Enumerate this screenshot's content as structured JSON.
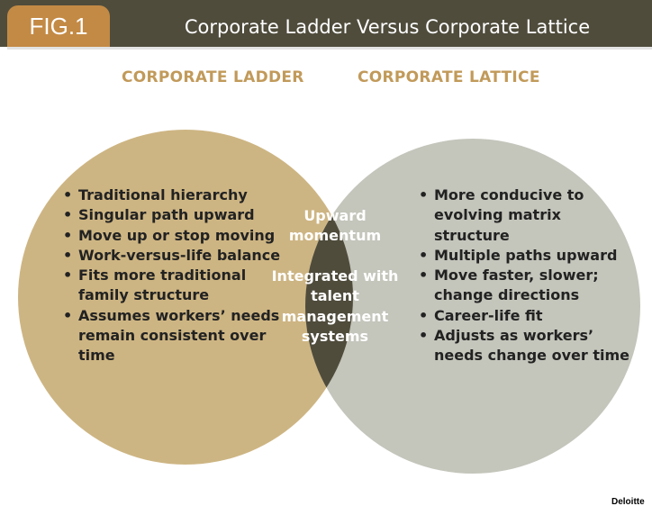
{
  "header": {
    "fig_label": "FIG.1",
    "title": "Corporate Ladder Versus Corporate Lattice"
  },
  "colors": {
    "header_bg": "#4f4c3c",
    "fig_badge": "#c38a45",
    "ladder_circle": "#cdb583",
    "lattice_circle": "#c4c5bb",
    "intersection": "#4f4c3c",
    "heading_text": "#c19a5a"
  },
  "venn": {
    "left": {
      "heading": "CORPORATE LADDER",
      "items": [
        "Traditional hierarchy",
        "Singular path upward",
        "Move up or stop moving",
        "Work-versus-life balance",
        "Fits more traditional family structure",
        "Assumes workers’ needs remain consistent over time"
      ]
    },
    "right": {
      "heading": "CORPORATE LATTICE",
      "items": [
        "More conducive to evolving matrix structure",
        "Multiple paths upward",
        "Move faster, slower; change directions",
        "Career-life fit",
        "Adjusts as workers’ needs change over time"
      ]
    },
    "overlap": {
      "items": [
        "Upward momentum",
        "Integrated with talent management systems"
      ]
    }
  },
  "credit": "Deloitte"
}
